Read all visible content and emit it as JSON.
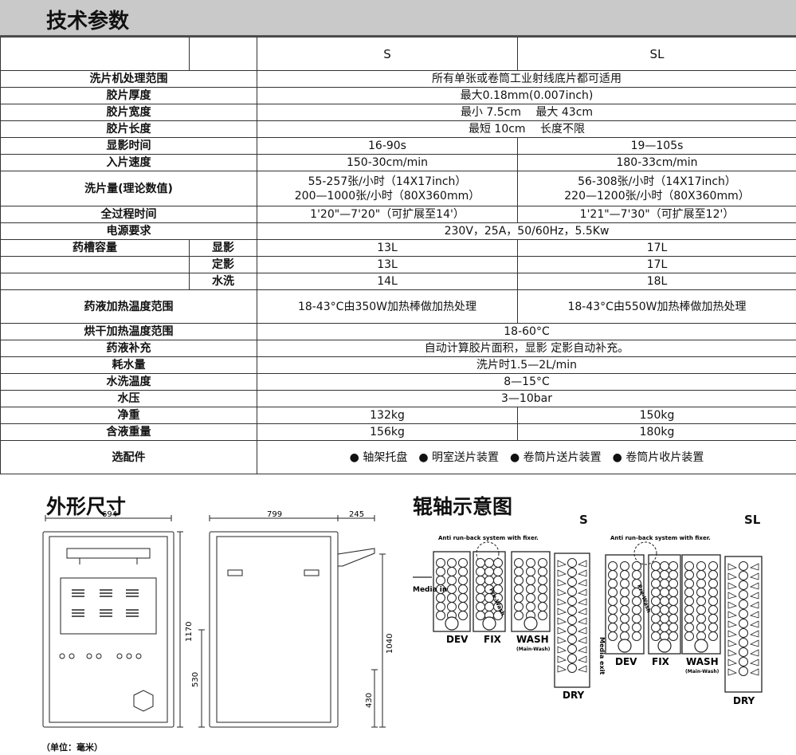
{
  "header": {
    "title": "技术参数"
  },
  "table": {
    "models": [
      "S",
      "SL"
    ],
    "rows": [
      {
        "label": "洗片机处理范围",
        "span": "所有单张或卷筒工业射线底片都可适用"
      },
      {
        "label": "胶片厚度",
        "span": "最大0.18mm(0.007inch)"
      },
      {
        "label": "胶片宽度",
        "span": "最小 7.5cm　 最大 43cm"
      },
      {
        "label": "胶片长度",
        "span": "最短 10cm　 长度不限"
      },
      {
        "label": "显影时间",
        "s": "16-90s",
        "sl": "19—105s"
      },
      {
        "label": "入片速度",
        "s": "150-30cm/min",
        "sl": "180-33cm/min"
      },
      {
        "label": "洗片量(理论数值)",
        "s": [
          "55-257张/小时（14X17inch）",
          "200—1000张/小时（80X360mm）"
        ],
        "sl": [
          "56-308张/小时（14X17inch）",
          "220—1200张/小时（80X360mm）"
        ]
      },
      {
        "label": "全过程时间",
        "s": "1'20\"—7'20\"（可扩展至14'）",
        "sl": "1'21\"—7'30\"（可扩展至12'）"
      },
      {
        "label": "电源要求",
        "span": "230V，25A，50/60Hz，5.5Kw"
      },
      {
        "label": "药槽容量",
        "sub": "显影",
        "s": "13L",
        "sl": "17L"
      },
      {
        "sub": "定影",
        "s": "13L",
        "sl": "17L"
      },
      {
        "sub": "水洗",
        "s": "14L",
        "sl": "18L"
      },
      {
        "label": "药液加热温度范围",
        "s": "18-43°C由350W加热棒做加热处理",
        "sl": "18-43°C由550W加热棒做加热处理"
      },
      {
        "label": "烘干加热温度范围",
        "span": "18-60°C"
      },
      {
        "label": "药液补充",
        "span": "自动计算胶片面积，显影 定影自动补充。"
      },
      {
        "label": "耗水量",
        "span": "洗片时1.5—2L/min"
      },
      {
        "label": "水洗温度",
        "span": "8—15°C"
      },
      {
        "label": "水压",
        "span": "3—10bar"
      },
      {
        "label": "净重",
        "s": "132kg",
        "sl": "150kg"
      },
      {
        "label": "含液重量",
        "s": "156kg",
        "sl": "180kg"
      },
      {
        "label": "选配件",
        "span": "● 轴架托盘　● 明室送片装置　● 卷筒片送片装置　● 卷筒片收片装置"
      }
    ]
  },
  "dimensions": {
    "title": "外形尺寸",
    "front_width": "694",
    "front_height": "1170",
    "side_width": "799",
    "side_ext": "245",
    "side_height": "1040",
    "left_base": "530",
    "right_base": "430",
    "unit_note": "（单位：毫米）"
  },
  "rollers": {
    "title": "辊轴示意图",
    "model_s": "S",
    "model_sl": "SL",
    "anti_note": "Anti run-back system with fixer.",
    "prewash": "Pre-Wash",
    "media_in": "Media in",
    "media_exit": "Media exit",
    "dev": "DEV",
    "fix": "FIX",
    "wash": "WASH",
    "wash_sub": "(Main-Wash)",
    "dry": "DRY"
  }
}
